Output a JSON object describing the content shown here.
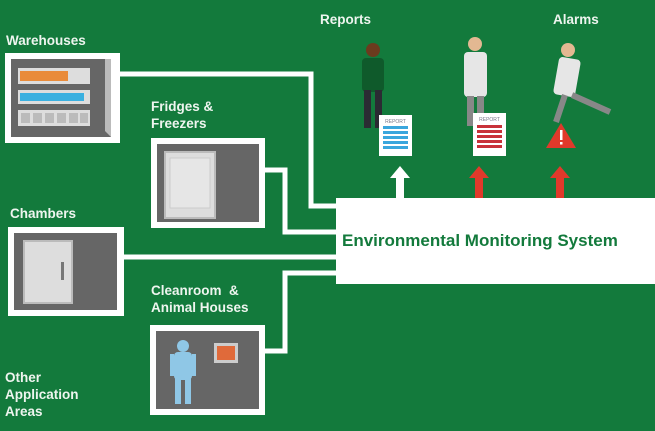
{
  "labels": {
    "warehouses": "Warehouses",
    "fridges_line1": "Fridges &",
    "fridges_line2": "Freezers",
    "chambers": "Chambers",
    "cleanroom_line1": "Cleanroom  &",
    "cleanroom_line2": "Animal Houses",
    "other_line1": "Other",
    "other_line2": "Application",
    "other_line3": "Areas",
    "reports": "Reports",
    "alarms": "Alarms"
  },
  "system": {
    "title": "Environmental Monitoring System"
  },
  "documents": {
    "report_label": "REPORT"
  },
  "colors": {
    "background": "#137a3c",
    "report_blue": "#3aa6dd",
    "alarm_red": "#e0392b",
    "box_gray": "#6a6a6a"
  }
}
